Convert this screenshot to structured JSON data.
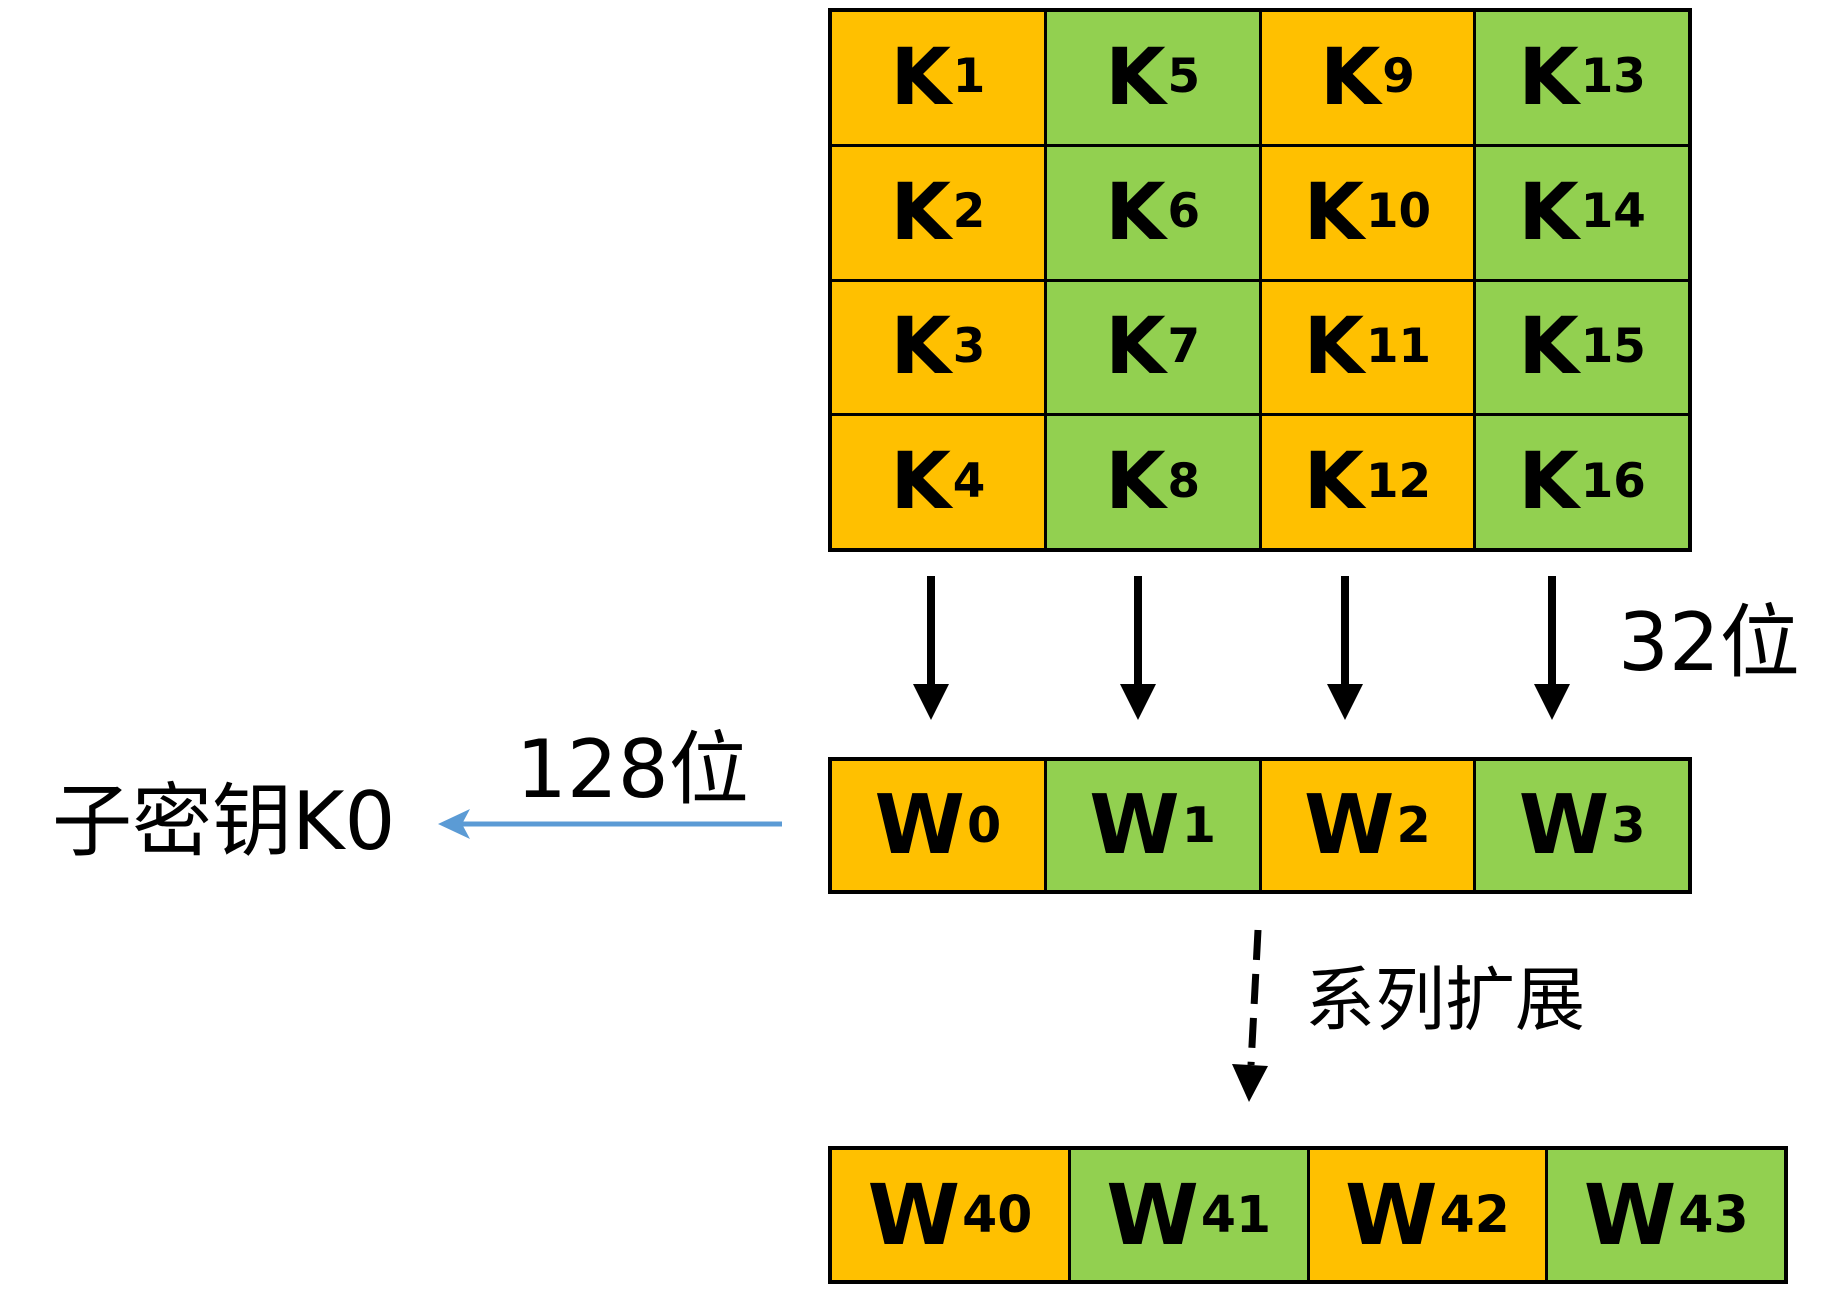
{
  "colors": {
    "orange": "#FFC000",
    "green": "#92D050",
    "border": "#000000",
    "arrow_blue": "#5B9BD5"
  },
  "key_grid": {
    "cells": [
      {
        "base": "K",
        "sub": "1",
        "color": "orange"
      },
      {
        "base": "K",
        "sub": "5",
        "color": "green"
      },
      {
        "base": "K",
        "sub": "9",
        "color": "orange"
      },
      {
        "base": "K",
        "sub": "13",
        "color": "green"
      },
      {
        "base": "K",
        "sub": "2",
        "color": "orange"
      },
      {
        "base": "K",
        "sub": "6",
        "color": "green"
      },
      {
        "base": "K",
        "sub": "10",
        "color": "orange"
      },
      {
        "base": "K",
        "sub": "14",
        "color": "green"
      },
      {
        "base": "K",
        "sub": "3",
        "color": "orange"
      },
      {
        "base": "K",
        "sub": "7",
        "color": "green"
      },
      {
        "base": "K",
        "sub": "11",
        "color": "orange"
      },
      {
        "base": "K",
        "sub": "15",
        "color": "green"
      },
      {
        "base": "K",
        "sub": "4",
        "color": "orange"
      },
      {
        "base": "K",
        "sub": "8",
        "color": "green"
      },
      {
        "base": "K",
        "sub": "12",
        "color": "orange"
      },
      {
        "base": "K",
        "sub": "16",
        "color": "green"
      }
    ]
  },
  "word_row": {
    "cells": [
      {
        "base": "W",
        "sub": "0",
        "color": "orange"
      },
      {
        "base": "W",
        "sub": "1",
        "color": "green"
      },
      {
        "base": "W",
        "sub": "2",
        "color": "orange"
      },
      {
        "base": "W",
        "sub": "3",
        "color": "green"
      }
    ]
  },
  "expanded_row": {
    "cells": [
      {
        "base": "W",
        "sub": "40",
        "color": "orange"
      },
      {
        "base": "W",
        "sub": "41",
        "color": "green"
      },
      {
        "base": "W",
        "sub": "42",
        "color": "orange"
      },
      {
        "base": "W",
        "sub": "43",
        "color": "green"
      }
    ]
  },
  "labels": {
    "bits32": "32位",
    "bits128": "128位",
    "subkey": "子密钥K0",
    "expansion": "系列扩展"
  }
}
